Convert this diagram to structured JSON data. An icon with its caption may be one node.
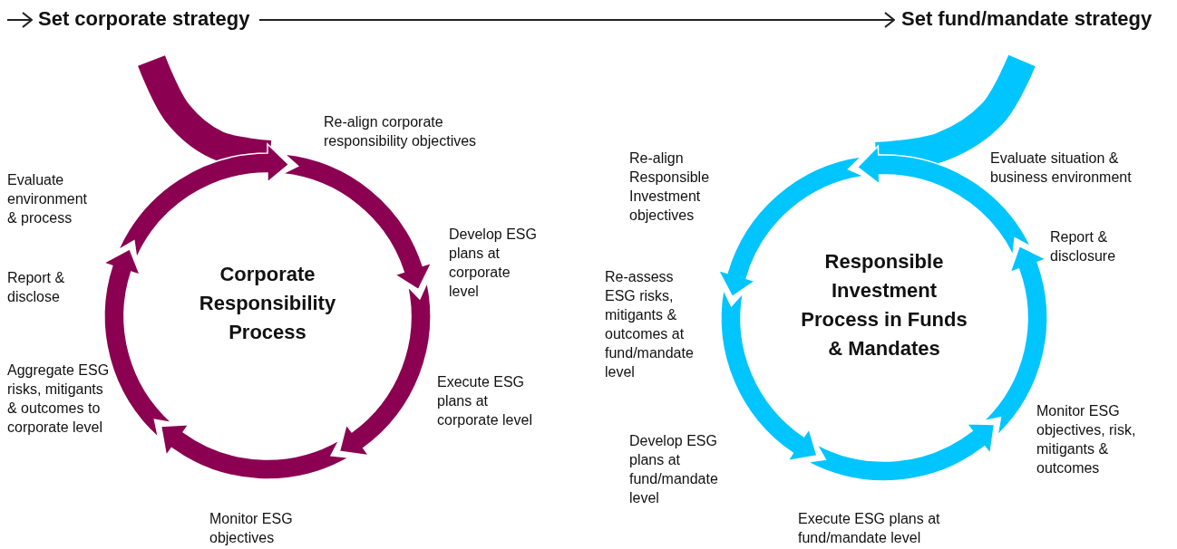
{
  "diagram": {
    "nodes": [
      {
        "text": [
          "Set corporate strategy"
        ]
      },
      {
        "text": [
          "Set fund/mandate strategy"
        ]
      },
      {
        "text": [
          "Corporate Responsibility Process"
        ]
      },
      {
        "text": [
          "Responsible Investment Process in Funds & Mandates"
        ]
      }
    ],
    "edges": [
      {
        "from": null,
        "to": 0,
        "arrow": "to"
      },
      {
        "from": 0,
        "to": 1,
        "arrow": "to"
      },
      {
        "from": 0,
        "to": 2,
        "arrow": "none",
        "style": "thick",
        "color": "#8b0051"
      },
      {
        "from": 1,
        "to": 3,
        "arrow": "none",
        "style": "thick",
        "color": "#00c5ff"
      }
    ],
    "labels": [
      "Re-align corporate responsibility objectives",
      "Evaluate environment & process",
      "Develop ESG plans at corporate level",
      "Report & disclose",
      "Execute ESG plans at corporate level",
      "Aggregate ESG risks, mitigants & outcomes to corporate level",
      "Monitor ESG objectives",
      "Re-align Responsible Investment objectives",
      "Evaluate situation & business environment",
      "Report & disclosure",
      "Re-assess ESG risks, mitigants & outcomes at fund/mandate level",
      "Monitor ESG objectives, risk, mitigants & outcomes",
      "Develop ESG plans at fund/mandate level",
      "Execute ESG plans at fund/mandate level"
    ]
  }
}
